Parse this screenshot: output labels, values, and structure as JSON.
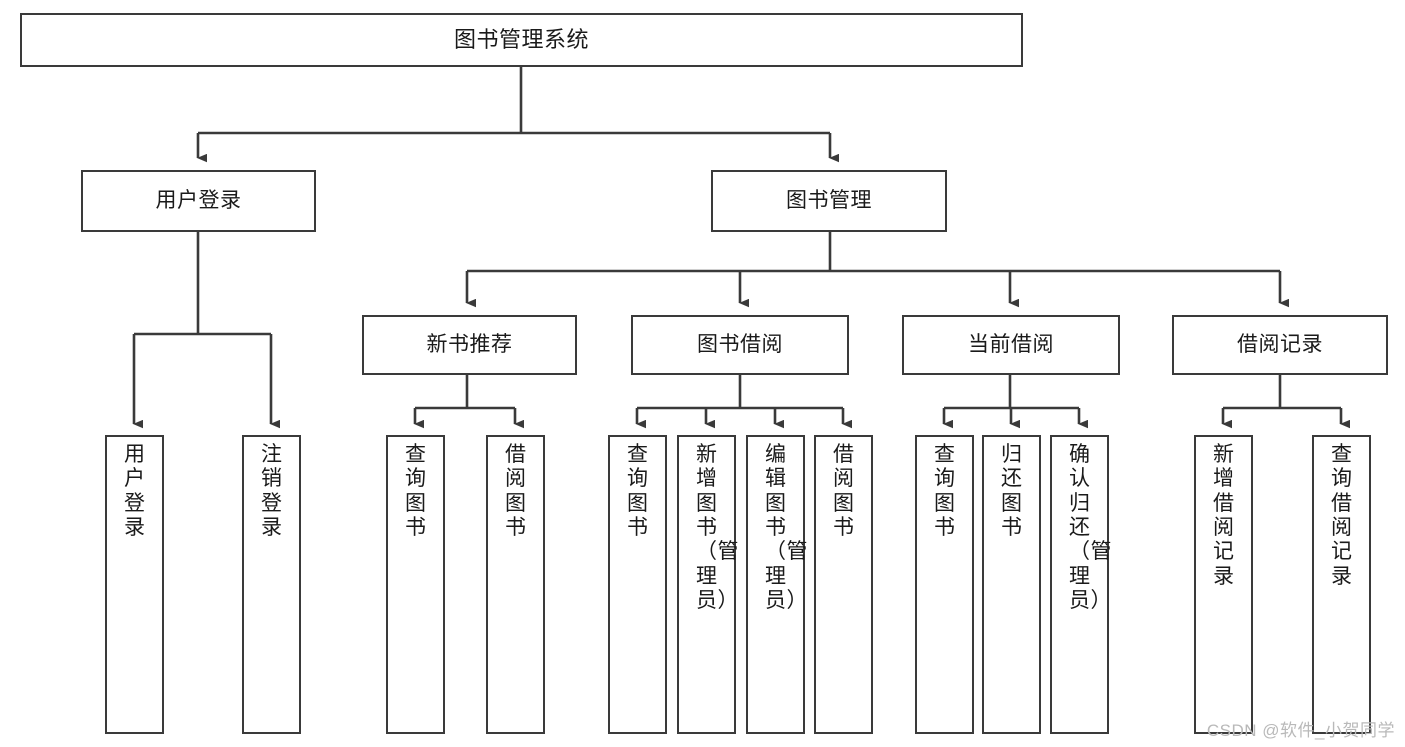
{
  "diagram": {
    "title": "图书管理系统",
    "type": "tree",
    "stroke_color": "#3a3a3a",
    "background_color": "#ffffff",
    "text_color": "#1a1a1a",
    "root": {
      "label": "图书管理系统"
    },
    "level2": [
      {
        "label": "用户登录"
      },
      {
        "label": "图书管理"
      }
    ],
    "level3": [
      {
        "label": "新书推荐"
      },
      {
        "label": "图书借阅"
      },
      {
        "label": "当前借阅"
      },
      {
        "label": "借阅记录"
      }
    ],
    "leaves": {
      "user_login": [
        {
          "label": "用户登录"
        },
        {
          "label": "注销登录"
        }
      ],
      "new_book_recommend": [
        {
          "label": "查询图书"
        },
        {
          "label": "借阅图书"
        }
      ],
      "book_borrow": [
        {
          "label": "查询图书"
        },
        {
          "label": "新增图书（管理员）"
        },
        {
          "label": "编辑图书（管理员）"
        },
        {
          "label": "借阅图书"
        }
      ],
      "current_borrow": [
        {
          "label": "查询图书"
        },
        {
          "label": "归还图书"
        },
        {
          "label": "确认归还（管理员）"
        }
      ],
      "borrow_record": [
        {
          "label": "新增借阅记录"
        },
        {
          "label": "查询借阅记录"
        }
      ]
    }
  },
  "watermark": {
    "text": "CSDN @软件_小贺同学"
  }
}
